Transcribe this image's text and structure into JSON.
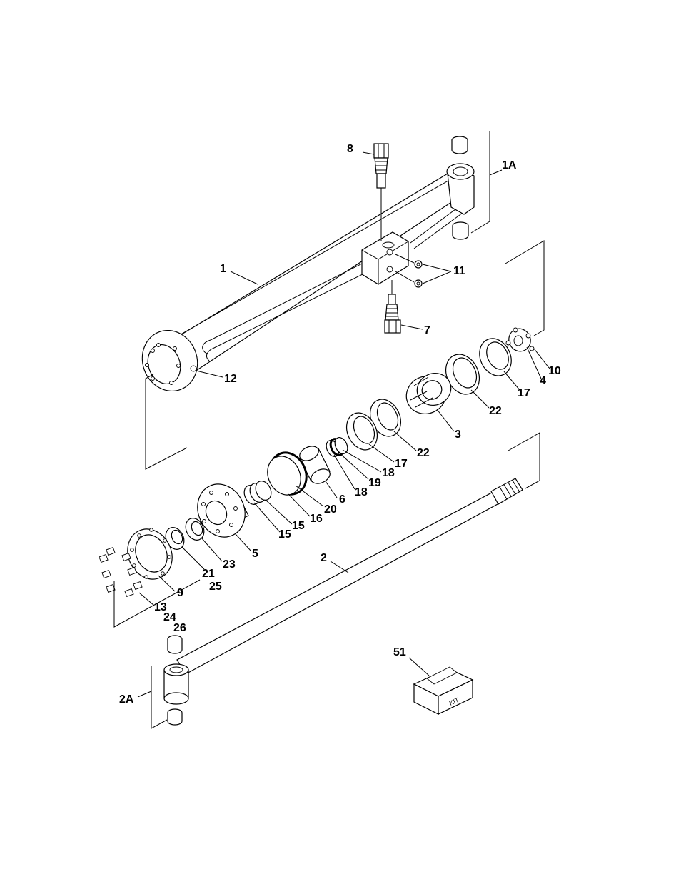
{
  "kit_box_text": "KIT",
  "labels": [
    {
      "id": "8",
      "text": "8"
    },
    {
      "id": "1A",
      "text": "1A"
    },
    {
      "id": "1",
      "text": "1"
    },
    {
      "id": "11",
      "text": "11"
    },
    {
      "id": "7",
      "text": "7"
    },
    {
      "id": "12",
      "text": "12"
    },
    {
      "id": "10",
      "text": "10"
    },
    {
      "id": "4",
      "text": "4"
    },
    {
      "id": "17a",
      "text": "17"
    },
    {
      "id": "22a",
      "text": "22"
    },
    {
      "id": "3",
      "text": "3"
    },
    {
      "id": "22b",
      "text": "22"
    },
    {
      "id": "17b",
      "text": "17"
    },
    {
      "id": "18a",
      "text": "18"
    },
    {
      "id": "19",
      "text": "19"
    },
    {
      "id": "18b",
      "text": "18"
    },
    {
      "id": "6",
      "text": "6"
    },
    {
      "id": "20",
      "text": "20"
    },
    {
      "id": "16",
      "text": "16"
    },
    {
      "id": "15a",
      "text": "15"
    },
    {
      "id": "15b",
      "text": "15"
    },
    {
      "id": "5",
      "text": "5"
    },
    {
      "id": "23",
      "text": "23"
    },
    {
      "id": "21",
      "text": "21"
    },
    {
      "id": "25",
      "text": "25"
    },
    {
      "id": "9",
      "text": "9"
    },
    {
      "id": "2",
      "text": "2"
    },
    {
      "id": "13",
      "text": "13"
    },
    {
      "id": "24",
      "text": "24"
    },
    {
      "id": "26",
      "text": "26"
    },
    {
      "id": "51",
      "text": "51"
    },
    {
      "id": "2A",
      "text": "2A"
    }
  ]
}
